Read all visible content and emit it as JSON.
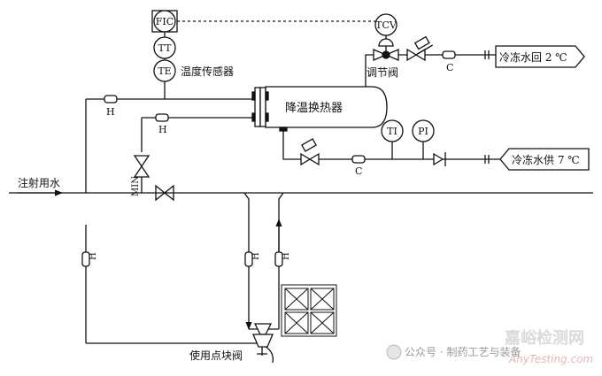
{
  "instruments": {
    "fic": "FIC",
    "tcv": "TCV",
    "tt": "TT",
    "te": "TE",
    "ti": "TI",
    "pi": "PI"
  },
  "labels": {
    "temp_sensor": "温度传感器",
    "control_valve": "调节阀",
    "heat_exchanger": "降温换热器",
    "chilled_return": "冷冻水回 2 ℃",
    "chilled_supply": "冷冻水供 7 ℃",
    "wfi": "注射用水",
    "use_point_valve": "使用点块阀",
    "min": "MIN",
    "c_upper": "C",
    "c_lower": "C",
    "h_1": "H",
    "h_2": "H",
    "h_3": "H",
    "h_4": "H",
    "h_5": "H"
  },
  "watermark": {
    "account": "公众号 · 制药工艺与装备",
    "site_cn": "嘉峪检测网",
    "site_en": "AnyTesting.com"
  }
}
